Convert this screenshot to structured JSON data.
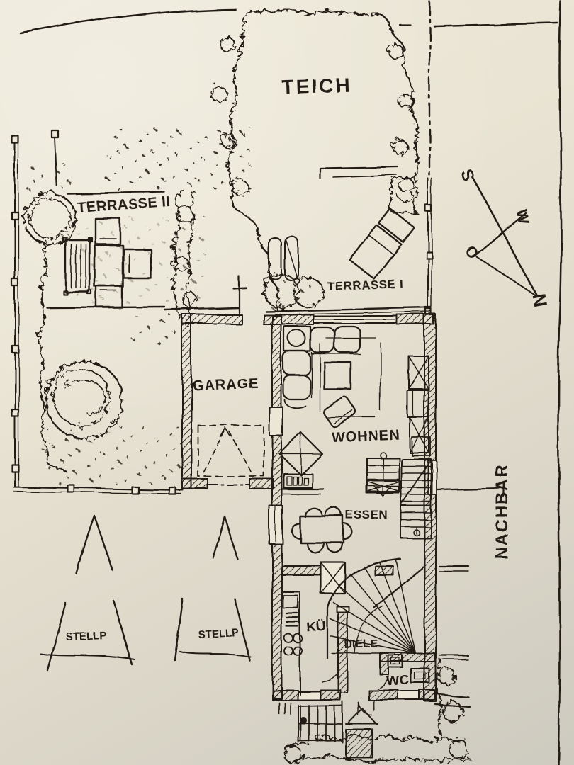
{
  "plan": {
    "title_note": "hand-drawn site and floor plan sketch",
    "labels": {
      "pond": "TEICH",
      "terrace2": "TERRASSE II",
      "terrace1": "TERRASSE I",
      "garage": "GARAGE",
      "living": "WOHNEN",
      "dining": "ESSEN",
      "kitchen": "KÜ",
      "hall": "DIELE",
      "wc": "WC",
      "stell1": "STELLP",
      "stell2": "STELLP",
      "neighbor": "NACHBAR"
    },
    "compass": {
      "s": "S",
      "w": "W",
      "o": "O",
      "n": "N"
    },
    "colors": {
      "paper": "#ebe6d5",
      "ink": "#221c14",
      "shadow": "#ccc9bf"
    }
  }
}
